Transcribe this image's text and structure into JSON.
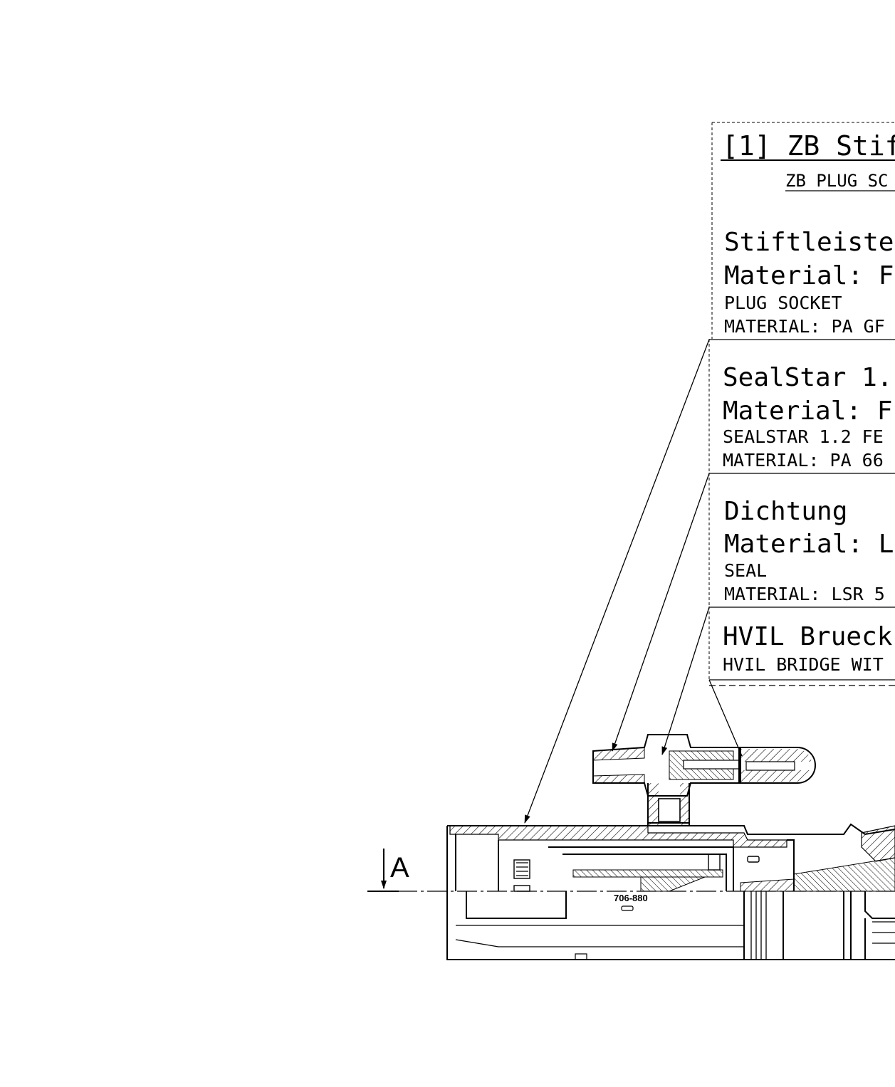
{
  "title_block": {
    "title": "[1] ZB Stif",
    "subtitle": "ZB PLUG SC"
  },
  "items": [
    {
      "de_name": "Stiftleiste",
      "de_material": "Material: F",
      "en_name": "PLUG SOCKET",
      "en_material": "MATERIAL: PA GF"
    },
    {
      "de_name": "SealStar 1.",
      "de_material": "Material: F",
      "en_name": "SEALSTAR 1.2 FE",
      "en_material": "MATERIAL: PA 66"
    },
    {
      "de_name": "Dichtung",
      "de_material": "Material: L",
      "en_name": "SEAL",
      "en_material": "MATERIAL: LSR 5"
    },
    {
      "de_name": "HVIL Brueck",
      "en_name": "HVIL BRIDGE WIT"
    }
  ],
  "section_marker": "A",
  "part_marking": "706-880"
}
